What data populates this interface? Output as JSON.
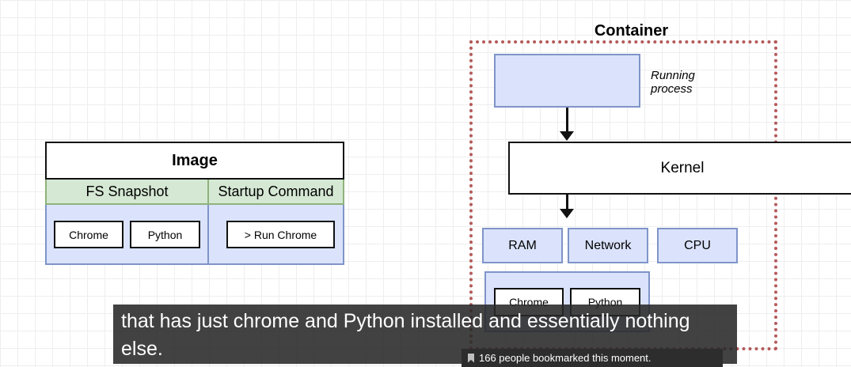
{
  "image_diagram": {
    "title": "Image",
    "fs_snapshot_label": "FS Snapshot",
    "startup_command_label": "Startup Command",
    "fs_items": [
      "Chrome",
      "Python"
    ],
    "startup_item": "> Run Chrome"
  },
  "container_diagram": {
    "title": "Container",
    "running_process_label_line1": "Running",
    "running_process_label_line2": "process",
    "kernel_label": "Kernel",
    "resources": [
      "RAM",
      "Network",
      "CPU"
    ],
    "fs_items": [
      "Chrome",
      "Python"
    ]
  },
  "caption": {
    "line1": "that has just chrome and Python installed and essentially nothing",
    "line2": "else."
  },
  "bookmark": {
    "text": "166 people bookmarked this moment.",
    "icon": "bookmark-icon"
  }
}
